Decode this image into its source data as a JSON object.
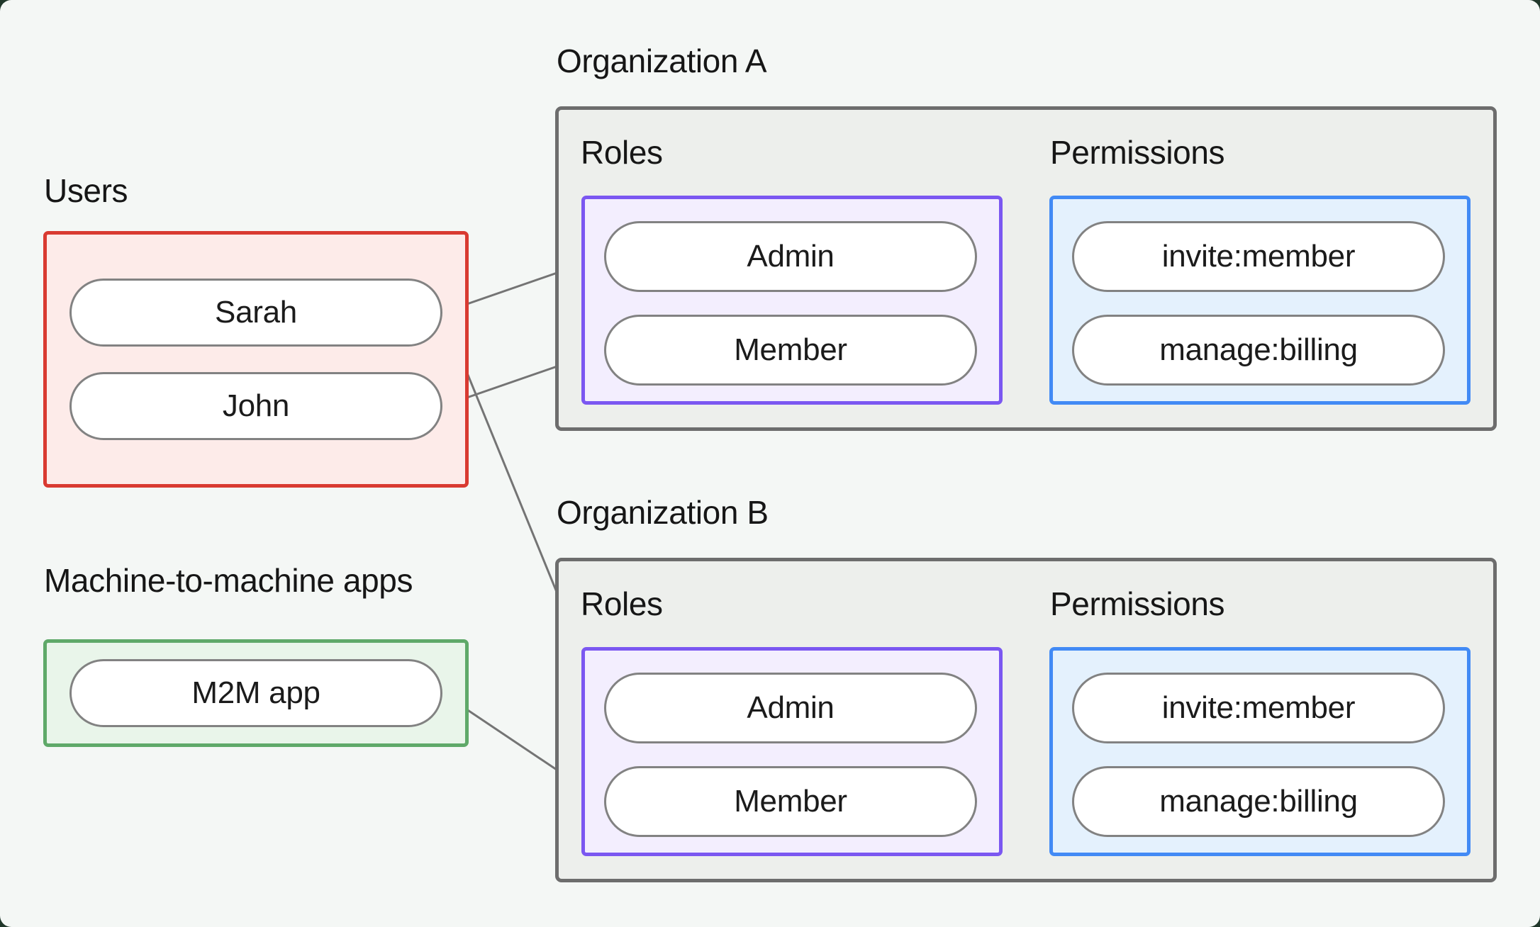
{
  "diagram": {
    "users": {
      "label": "Users",
      "items": [
        {
          "id": "sarah",
          "label": "Sarah"
        },
        {
          "id": "john",
          "label": "John"
        }
      ]
    },
    "m2m": {
      "label": "Machine-to-machine apps",
      "items": [
        {
          "id": "m2m_app",
          "label": "M2M app"
        }
      ]
    },
    "organizations": [
      {
        "id": "org_a",
        "label": "Organization A",
        "roles_label": "Roles",
        "permissions_label": "Permissions",
        "roles": [
          {
            "id": "org_a_admin",
            "label": "Admin"
          },
          {
            "id": "org_a_member",
            "label": "Member"
          }
        ],
        "permissions": [
          {
            "id": "org_a_invite",
            "label": "invite:member"
          },
          {
            "id": "org_a_billing",
            "label": "manage:billing"
          }
        ]
      },
      {
        "id": "org_b",
        "label": "Organization B",
        "roles_label": "Roles",
        "permissions_label": "Permissions",
        "roles": [
          {
            "id": "org_b_admin",
            "label": "Admin"
          },
          {
            "id": "org_b_member",
            "label": "Member"
          }
        ],
        "permissions": [
          {
            "id": "org_b_invite",
            "label": "invite:member"
          },
          {
            "id": "org_b_billing",
            "label": "manage:billing"
          }
        ]
      }
    ],
    "edges": [
      {
        "from": "sarah",
        "to": "org_a_admin"
      },
      {
        "from": "john",
        "to": "org_a_member"
      },
      {
        "from": "sarah",
        "to": "org_b_admin"
      },
      {
        "from": "m2m_app",
        "to": "org_b_member"
      },
      {
        "from": "org_a_admin",
        "to": "org_a_invite"
      },
      {
        "from": "org_a_admin",
        "to": "org_a_billing"
      },
      {
        "from": "org_a_member",
        "to": "org_a_billing"
      },
      {
        "from": "org_b_admin",
        "to": "org_b_invite"
      },
      {
        "from": "org_b_admin",
        "to": "org_b_billing"
      },
      {
        "from": "org_b_member",
        "to": "org_b_billing"
      }
    ],
    "colors": {
      "page_background": "#20372a",
      "card_background": "#f4f7f5",
      "users_border": "#d93a31",
      "users_fill": "#fdebe9",
      "m2m_border": "#5fa969",
      "m2m_fill": "#e9f5ea",
      "org_border": "#6d6d6d",
      "org_fill": "#edefec",
      "roles_border": "#7b57f1",
      "roles_fill": "#f3eefe",
      "permissions_border": "#428af5",
      "permissions_fill": "#e4f1fd",
      "pill_border": "#828282",
      "pill_fill": "#ffffff",
      "edge_line": "#747474",
      "edge_dot": "#6b6b6b",
      "text": "#161616"
    }
  }
}
